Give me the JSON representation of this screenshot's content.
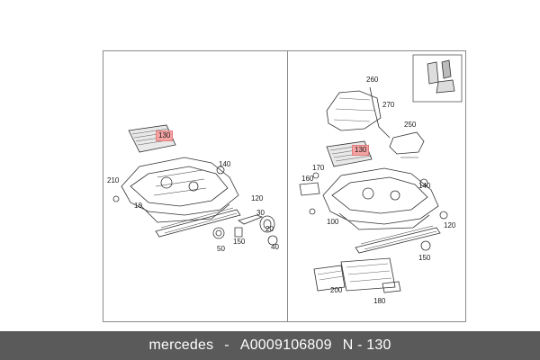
{
  "callouts": {
    "left": [
      "130",
      "140",
      "210",
      "10",
      "120",
      "30",
      "20",
      "50",
      "150",
      "40"
    ],
    "right": [
      "260",
      "270",
      "250",
      "130",
      "170",
      "160",
      "140",
      "100",
      "120",
      "150",
      "200",
      "180"
    ]
  },
  "footer": {
    "brand": "mercedes",
    "dash1": "-",
    "part_number": "A0009106809",
    "position": "N - 130"
  },
  "colors": {
    "highlight": "#f4a3a3",
    "footer_bg": "#5a5a5a",
    "line": "#333333"
  }
}
